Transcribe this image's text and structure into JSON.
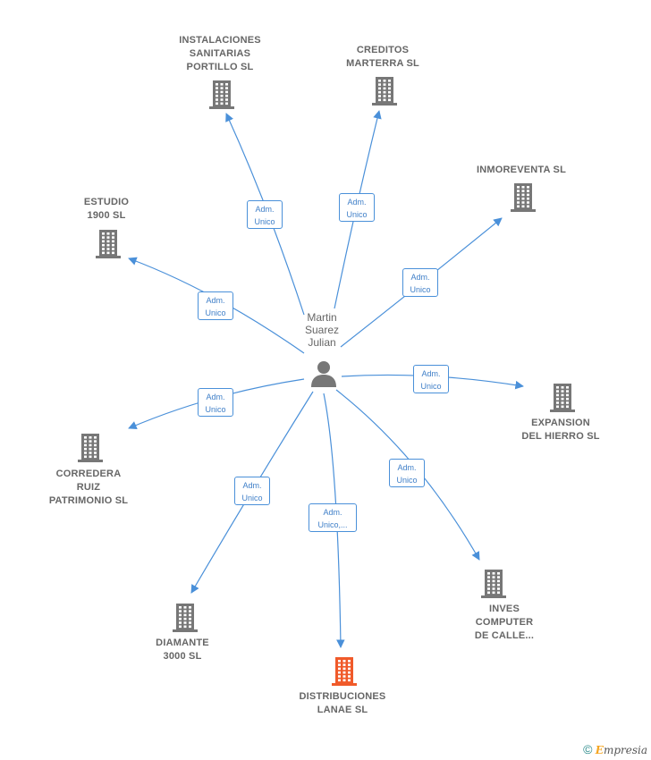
{
  "colors": {
    "edge": "#4a90d9",
    "building": "#777777",
    "highlight": "#f05a2a",
    "person": "#777777"
  },
  "center": {
    "lines": [
      "Martin",
      "Suarez",
      "Julian"
    ],
    "icon": "person-icon"
  },
  "companies": [
    {
      "id": "instalaciones",
      "lines": [
        "INSTALACIONES",
        "SANITARIAS",
        "PORTILLO SL"
      ],
      "icon": "building-icon"
    },
    {
      "id": "creditos",
      "lines": [
        "CREDITOS",
        "MARTERRA SL"
      ],
      "icon": "building-icon"
    },
    {
      "id": "inmoreventa",
      "lines": [
        "INMOREVENTA SL"
      ],
      "icon": "building-icon"
    },
    {
      "id": "estudio",
      "lines": [
        "ESTUDIO",
        "1900 SL"
      ],
      "icon": "building-icon"
    },
    {
      "id": "expansion",
      "lines": [
        "EXPANSION",
        "DEL HIERRO SL"
      ],
      "icon": "building-icon"
    },
    {
      "id": "corredera",
      "lines": [
        "CORREDERA",
        "RUIZ",
        "PATRIMONIO SL"
      ],
      "icon": "building-icon"
    },
    {
      "id": "inves",
      "lines": [
        "INVES",
        "COMPUTER",
        "DE CALLE..."
      ],
      "icon": "building-icon"
    },
    {
      "id": "diamante",
      "lines": [
        "DIAMANTE",
        "3000 SL"
      ],
      "icon": "building-icon"
    },
    {
      "id": "distribuciones",
      "lines": [
        "DISTRIBUCIONES",
        "LANAE SL"
      ],
      "icon": "building-icon",
      "highlight": true
    }
  ],
  "relations": [
    {
      "target": "instalaciones",
      "lines": [
        "Adm.",
        "Unico"
      ]
    },
    {
      "target": "creditos",
      "lines": [
        "Adm.",
        "Unico"
      ]
    },
    {
      "target": "inmoreventa",
      "lines": [
        "Adm.",
        "Unico"
      ]
    },
    {
      "target": "estudio",
      "lines": [
        "Adm.",
        "Unico"
      ]
    },
    {
      "target": "expansion",
      "lines": [
        "Adm.",
        "Unico"
      ]
    },
    {
      "target": "corredera",
      "lines": [
        "Adm.",
        "Unico"
      ]
    },
    {
      "target": "inves",
      "lines": [
        "Adm.",
        "Unico"
      ]
    },
    {
      "target": "diamante",
      "lines": [
        "Adm.",
        "Unico"
      ]
    },
    {
      "target": "distribuciones",
      "lines": [
        "Adm.",
        "Unico,..."
      ]
    }
  ],
  "brand": {
    "copyright": "©",
    "initial": "E",
    "rest": "mpresia"
  }
}
